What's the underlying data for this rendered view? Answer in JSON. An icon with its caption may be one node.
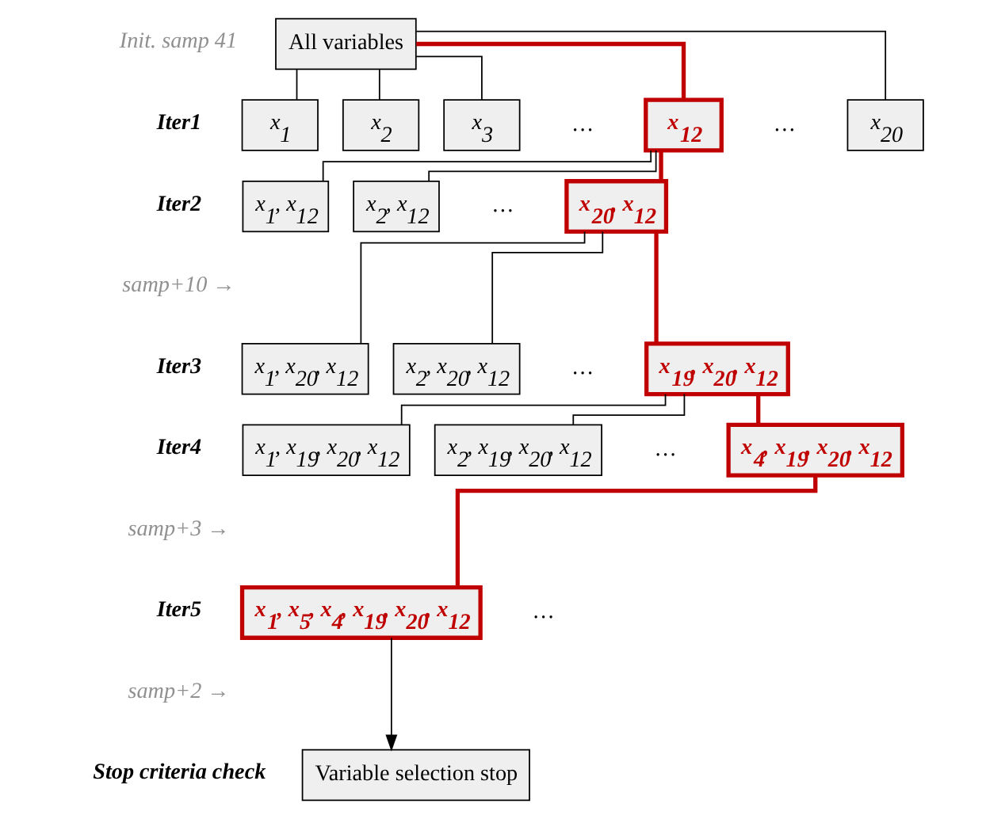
{
  "diagram": {
    "nodes": [
      {
        "text": [
          "All variables"
        ],
        "beside": [
          "Init. samp 41"
        ]
      },
      {
        "text": [
          "x$_{1}$"
        ]
      },
      {
        "text": [
          "x$_{2}$"
        ]
      },
      {
        "text": [
          "x$_{3}$"
        ]
      },
      {
        "text": [
          "x$_{12}$"
        ]
      },
      {
        "text": [
          "x$_{20}$"
        ]
      },
      {
        "text": [
          "x$_{1}$, x$_{12}$"
        ]
      },
      {
        "text": [
          "x$_{2}$, x$_{12}$"
        ]
      },
      {
        "text": [
          "x$_{20}$, x$_{12}$"
        ]
      },
      {
        "text": [
          "x$_{1}$, x$_{20}$, x$_{12}$"
        ]
      },
      {
        "text": [
          "x$_{2}$, x$_{20}$, x$_{12}$"
        ]
      },
      {
        "text": [
          "x$_{19}$, x$_{20}$, x$_{12}$"
        ]
      },
      {
        "text": [
          "x$_{1}$, x$_{19}$, x$_{20}$, x$_{12}$"
        ]
      },
      {
        "text": [
          "x$_{2}$, x$_{19}$, x$_{20}$, x$_{12}$"
        ]
      },
      {
        "text": [
          "x$_{4}$, x$_{19}$, x$_{20}$, x$_{12}$"
        ]
      },
      {
        "text": [
          "x$_{1}$, x$_{5}$, x$_{4}$, x$_{19}$, x$_{20}$, x$_{12}$"
        ]
      },
      {
        "text": [
          "Variable selection stop"
        ]
      }
    ],
    "edges": [
      {
        "from": 0,
        "to": 1,
        "arrow": "none"
      },
      {
        "from": 0,
        "to": 2,
        "arrow": "none"
      },
      {
        "from": 0,
        "to": 3,
        "arrow": "none"
      },
      {
        "from": 0,
        "to": 4,
        "arrow": "none",
        "style": "thick",
        "color": "#c00000"
      },
      {
        "from": 0,
        "to": 5,
        "arrow": "none"
      },
      {
        "from": 4,
        "to": 6,
        "arrow": "none"
      },
      {
        "from": 4,
        "to": 7,
        "arrow": "none"
      },
      {
        "from": 4,
        "to": 8,
        "arrow": "none",
        "style": "thick",
        "color": "#c00000"
      },
      {
        "from": 8,
        "to": 9,
        "arrow": "none"
      },
      {
        "from": 8,
        "to": 10,
        "arrow": "none"
      },
      {
        "from": 8,
        "to": 11,
        "arrow": "none",
        "style": "thick",
        "color": "#c00000"
      },
      {
        "from": 11,
        "to": 12,
        "arrow": "none"
      },
      {
        "from": 11,
        "to": 13,
        "arrow": "none"
      },
      {
        "from": 11,
        "to": 14,
        "arrow": "none",
        "style": "thick",
        "color": "#c00000"
      },
      {
        "from": 14,
        "to": 15,
        "arrow": "none",
        "style": "thick",
        "color": "#c00000"
      },
      {
        "from": 15,
        "to": 16,
        "arrow": "to"
      }
    ],
    "labels": [
      "Iter1",
      "…",
      "…",
      "Iter2",
      "…",
      "samp+10 →",
      "Iter3",
      "…",
      "Iter4",
      "…",
      "samp+3 →",
      "Iter5",
      "…",
      "samp+2 →",
      "Stop criteria check"
    ]
  }
}
